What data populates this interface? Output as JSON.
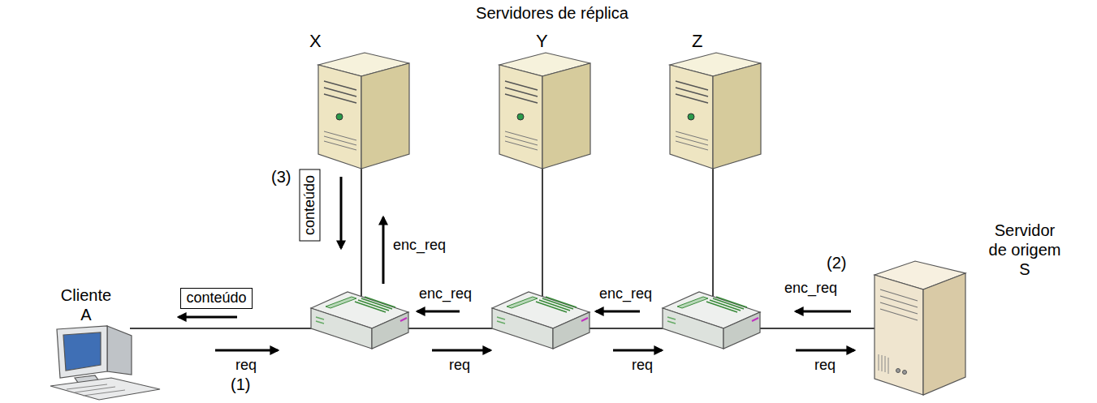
{
  "diagram": {
    "title": "Servidores de réplica",
    "nodes": [
      {
        "text": [
          "X"
        ]
      },
      {
        "text": [
          "Y"
        ]
      },
      {
        "text": [
          "Z"
        ]
      },
      {
        "text": [
          "conteúdo"
        ]
      },
      {
        "text": [
          "Cliente A"
        ]
      },
      {
        "text": [
          "conteúdo"
        ]
      },
      {
        "text": [
          "Servidor de origem S"
        ]
      }
    ],
    "labels": [
      "(3)",
      "enc_req",
      "enc_req",
      "enc_req",
      "(2)",
      "enc_req",
      "req",
      "(1)",
      "req",
      "req",
      "req"
    ]
  }
}
